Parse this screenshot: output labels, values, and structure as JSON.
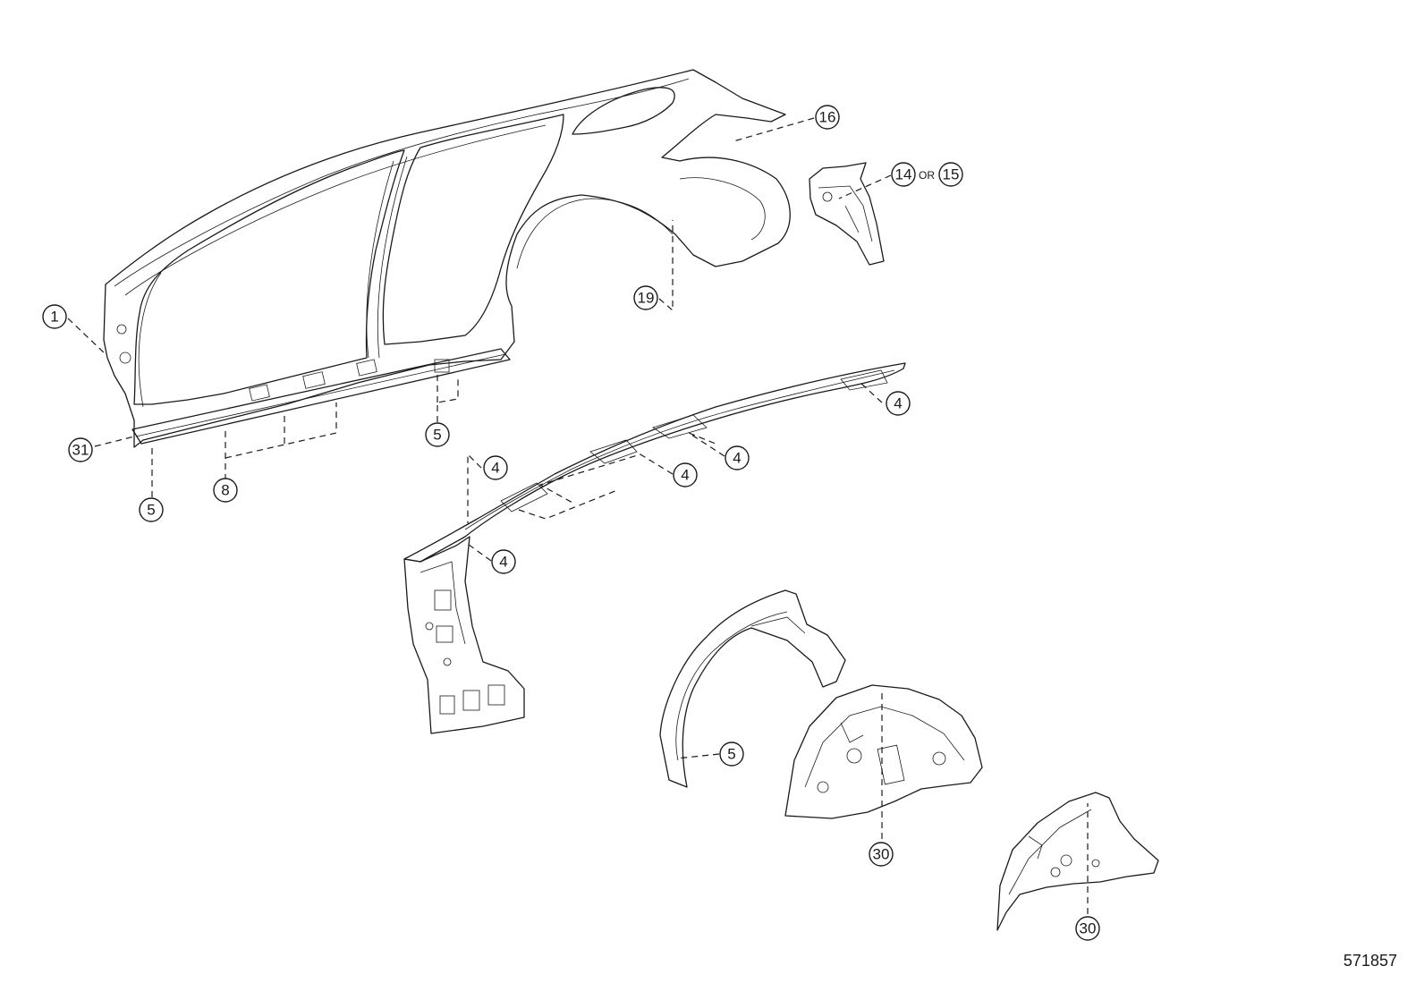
{
  "diagram_id": "571857",
  "or_label": "OR",
  "callouts": {
    "c1": "1",
    "c16": "16",
    "c14": "14",
    "c15": "15",
    "c19": "19",
    "c31": "31",
    "c8": "8",
    "c5a": "5",
    "c5b": "5",
    "c5c": "5",
    "c4a": "4",
    "c4b": "4",
    "c4c": "4",
    "c4d": "4",
    "c4e": "4",
    "c30a": "30",
    "c30b": "30"
  }
}
